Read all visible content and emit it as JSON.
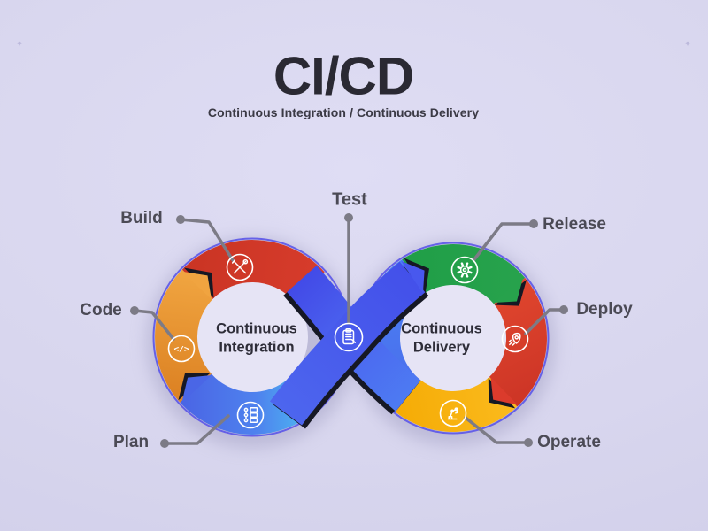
{
  "header": {
    "title": "CI/CD",
    "subtitle": "Continuous Integration / Continuous Delivery"
  },
  "loops": {
    "left": {
      "line1": "Continuous",
      "line2": "Integration"
    },
    "right": {
      "line1": "Continuous",
      "line2": "Delivery"
    }
  },
  "stages": [
    {
      "id": "plan",
      "label": "Plan",
      "icon": "plan-icon",
      "color": "#4a7ae8"
    },
    {
      "id": "code",
      "label": "Code",
      "icon": "code-icon",
      "color": "#e8953a"
    },
    {
      "id": "build",
      "label": "Build",
      "icon": "tools-icon",
      "color": "#d63b2b"
    },
    {
      "id": "test",
      "label": "Test",
      "icon": "clipboard-icon",
      "color": "#4656ee"
    },
    {
      "id": "release",
      "label": "Release",
      "icon": "gear-icon",
      "color": "#27a24c"
    },
    {
      "id": "deploy",
      "label": "Deploy",
      "icon": "rocket-icon",
      "color": "#db3b2c"
    },
    {
      "id": "operate",
      "label": "Operate",
      "icon": "robot-arm-icon",
      "color": "#f8b007"
    }
  ],
  "colors": {
    "background": "#d8d6ee",
    "ribbon_blue": "#4656ee",
    "ribbon_blue_light": "#4d7df2",
    "outline_indigo": "#5b55e8",
    "connector_gray": "#7c7b86",
    "title_text": "#2a2933",
    "label_text": "#4b4a55",
    "loop_hole": "#e6e4f5",
    "shadow_edge": "#161824"
  },
  "decorations": {
    "sparkle_glyph": "✦"
  }
}
